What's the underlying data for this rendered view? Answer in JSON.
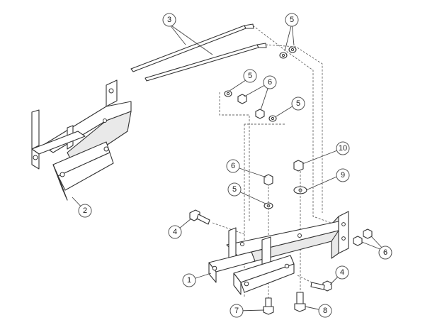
{
  "callouts": [
    {
      "id": "c1",
      "label": "1"
    },
    {
      "id": "c2",
      "label": "2"
    },
    {
      "id": "c3",
      "label": "3"
    },
    {
      "id": "c4a",
      "label": "4"
    },
    {
      "id": "c4b",
      "label": "4"
    },
    {
      "id": "c5a",
      "label": "5"
    },
    {
      "id": "c5b",
      "label": "5"
    },
    {
      "id": "c5c",
      "label": "5"
    },
    {
      "id": "c5d",
      "label": "5"
    },
    {
      "id": "c6a",
      "label": "6"
    },
    {
      "id": "c6b",
      "label": "6"
    },
    {
      "id": "c6c",
      "label": "6"
    },
    {
      "id": "c7",
      "label": "7"
    },
    {
      "id": "c8",
      "label": "8"
    },
    {
      "id": "c9",
      "label": "9"
    },
    {
      "id": "c10",
      "label": "10"
    }
  ],
  "colors": {
    "line": "#333333",
    "balloon_stroke": "#555555",
    "background": "#ffffff"
  }
}
